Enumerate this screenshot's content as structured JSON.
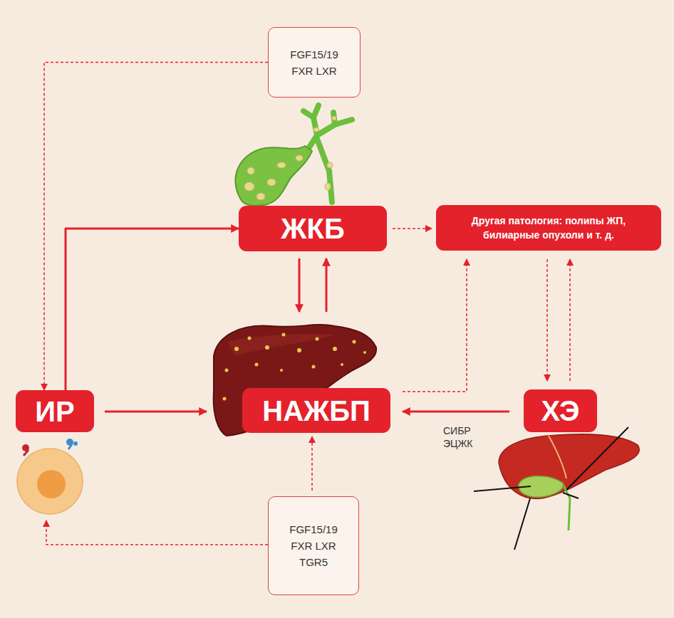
{
  "diagram": {
    "nodes": [
      {
        "text": [
          "FGF15/19 FXR LXR"
        ]
      },
      {
        "text": [
          "ЖКБ"
        ]
      },
      {
        "text": [
          "Другая патология: полипы ЖП, билиарные опухоли и т. д."
        ]
      },
      {
        "text": [
          "ИР"
        ]
      },
      {
        "text": [
          "НАЖБП"
        ]
      },
      {
        "text": [
          "ХЭ"
        ]
      },
      {
        "text": [
          "FGF15/19 FXR LXR TGR5"
        ]
      }
    ],
    "edges": [
      {
        "from": 0,
        "to": 3,
        "arrow": "to"
      },
      {
        "from": 3,
        "to": 1,
        "arrow": "to"
      },
      {
        "from": 1,
        "to": 4,
        "arrow": "to"
      },
      {
        "from": 4,
        "to": 1,
        "arrow": "to"
      },
      {
        "from": 1,
        "to": 2,
        "arrow": "to"
      },
      {
        "from": 3,
        "to": 4,
        "arrow": "to"
      },
      {
        "from": 5,
        "to": 4,
        "label": "СИБР ЭЦЖК",
        "arrow": "to"
      },
      {
        "from": 4,
        "to": 2,
        "arrow": "to"
      },
      {
        "from": 2,
        "to": 5,
        "arrow": "to"
      },
      {
        "from": 5,
        "to": 2,
        "arrow": "to"
      },
      {
        "from": 6,
        "to": 4,
        "arrow": "to"
      },
      {
        "from": 6,
        "to": 3,
        "arrow": "to"
      }
    ]
  }
}
